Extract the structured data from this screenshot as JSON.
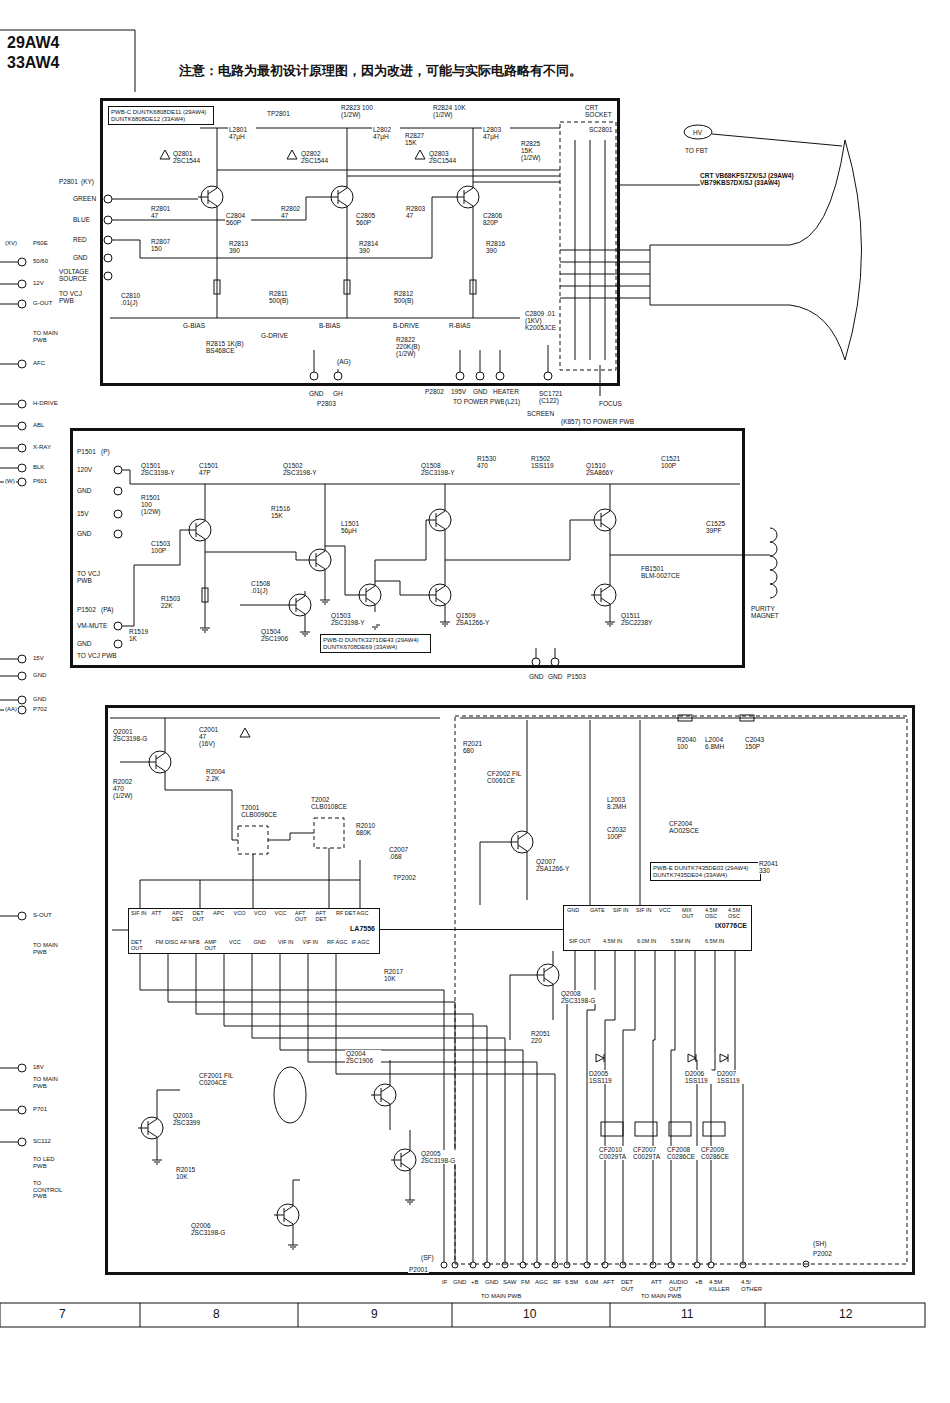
{
  "diagram": {
    "nodes": [
      {
        "text": [
          "PWB-C DUNTK6808DE11 (29AW4) DUNTK6808DE12 (33AW4)"
        ]
      },
      {
        "text": [
          "PWB-D DUNTK3271DE43 (29AW4) DUNTK6708DE69 (33AW4)"
        ]
      },
      {
        "text": [
          "PWB-E DUNTK7435DE03 (29AW4) DUNTK7435DE04 (33AW4)"
        ]
      },
      {
        "text": [
          "LA7556"
        ],
        "in": 2
      },
      {
        "text": [
          "IX0776CE"
        ],
        "in": 2
      },
      {
        "text": [
          "CRT VB68KFS7ZX/SJ (29AW4) VB79KBS7DX/SJ (33AW4)"
        ]
      }
    ],
    "edges": [
      {
        "from": 0,
        "to": 5,
        "arrow": "none"
      },
      {
        "from": 3,
        "to": 4,
        "arrow": "none"
      }
    ],
    "labels": [
      "29AW4",
      "33AW4",
      "注意：电路为最初设计原理图，因为改进，可能与实际电路略有不同。",
      "TP2801",
      "R2823 100 (1/2W)",
      "R2824 10K (1/2W)",
      "CRT SOCKET",
      "SC2801",
      "L2801 47μH",
      "Q2801 2SC1544",
      "L2802 47μH",
      "Q2802 2SC1544",
      "R2827 15K",
      "Q2803 2SC1544",
      "L2803 47μH",
      "R2825 15K (1/2W)",
      "P2801",
      "(KY)",
      "GREEN",
      "BLUE",
      "RED",
      "GND",
      "VOLTAGE SOURCE",
      "TO VCJ PWB",
      "R2801 47",
      "C2804 560P",
      "R2807 150",
      "R2813 390",
      "R2802 47",
      "C2805 560P",
      "R2814 390",
      "R2803 47",
      "C2806 820P",
      "R2816 390",
      "C2810 .01(J)",
      "R2811 500(B)",
      "R2812 500(B)",
      "G-BIAS",
      "G-DRIVE",
      "B-BIAS",
      "B-DRIVE",
      "R-BIAS",
      "R2815 1K(B) BS468CE",
      "R2822 220K(B) (1/2W)",
      "C2809 .01 (1KV) K2005JCE",
      "(AG)",
      "GND",
      "GH",
      "P2803",
      "P2802",
      "195V",
      "GND",
      "HEATER",
      "TO POWER PWB",
      "(L21)",
      "SC1721 (C122)",
      "SCREEN",
      "(K857) TO POWER PWB",
      "FOCUS",
      "HV",
      "TO FBT",
      "P1501",
      "(P)",
      "120V",
      "GND",
      "15V",
      "GND",
      "TO VCJ PWB",
      "P1502",
      "(PA)",
      "VM-MUTE",
      "GND",
      "TO VCJ PWB",
      "Q1501 2SC3198-Y",
      "C1501 47P",
      "Q1502 2SC3198-Y",
      "Q1508 2SC3198-Y",
      "R1530 470",
      "R1502 1SS119",
      "Q1510 2SA866Y",
      "C1521 100P",
      "R1501 100 (1/2W)",
      "C1503 100P",
      "R1503 22K",
      "L1501 56μH",
      "R1516 15K",
      "C1508 .01(J)",
      "Q1503 2SC3198-Y",
      "Q1509 2SA1266-Y",
      "Q1504 2SC1906",
      "Q1511 2SC2238Y",
      "FB1501 BLM-0027CE",
      "C1525 39PF",
      "PURITY MAGNET",
      "GND",
      "GND",
      "P1503",
      "R1519 1K",
      "Q2001 2SC3198-G",
      "C2001 47 (16V)",
      "R2002 470 (1/2W)",
      "R2004 2.2K",
      "T2002 CLB0108CE",
      "T2001 CLB0096CE",
      "R2010 680K",
      "C2007 .068",
      "TP2002",
      "R2021 680",
      "CF2002 FIL C0061CE",
      "Q2007 2SA1266-Y",
      "R2040 100",
      "L2004 6.8MH",
      "C2043 150P",
      "L2003 8.2MH",
      "C2032 100P",
      "CF2004 AO02SCE",
      "R2041 330",
      "SIF IN",
      "ATT",
      "APC DET",
      "DET OUT",
      "APC",
      "VCO",
      "VCO",
      "VCC",
      "AFT OUT",
      "AFT DET",
      "RF DET",
      "AGC",
      "DET OUT",
      "FM DISC",
      "AF NFB",
      "AMP OUT",
      "VCC",
      "GND",
      "VIF IN",
      "VIF IN",
      "RF AGC",
      "IF AGC",
      "GND",
      "GATE",
      "SIF IN",
      "SIF IN",
      "VCC",
      "MIX OUT",
      "4.5M OSC",
      "4.5M OSC",
      "SIF OUT",
      "4.5M IN",
      "6.0M IN",
      "5.5M IN",
      "6.5M IN",
      "Q2008 2SC3198-G",
      "R2051 220",
      "D2005 1SS119",
      "D2006 1SS119",
      "D2007 1SS119",
      "CF2010 C0029TA",
      "CF2007 C0029TA",
      "CF2008 C0286CE",
      "CF2009 C0286CE",
      "Q2003 2SC3399",
      "CF2001 FIL C0204CE",
      "Q2004 2SC1906",
      "Q2005 2SC3198-G",
      "Q2006 2SC3198-G",
      "R2015 10K",
      "R2017 10K",
      "(SF)",
      "P2001",
      "IF",
      "GND",
      "+B",
      "GND",
      "SAW",
      "FM",
      "AGC",
      "RF",
      "6.5M",
      "6.0M",
      "AFT",
      "DET OUT",
      "ATT",
      "AUDIO OUT",
      "+B",
      "4.5M KILLER",
      "4.5/ OTHER",
      "TO MAIN PWB",
      "TO MAIN PWB",
      "(SH)",
      "P2002",
      "(XV)",
      "P60E",
      "50/60",
      "12V",
      "G-OUT",
      "TO MAIN PWB",
      "AFC",
      "H-DRIVE",
      "ABL",
      "X-RAY",
      "BLK",
      "(W)",
      "P601",
      "15V",
      "GND",
      "GND",
      "(AA)",
      "P702",
      "S-OUT",
      "TO MAIN PWB",
      "18V",
      "TO MAIN PWB",
      "P701",
      "SC112",
      "TO LED PWB",
      "TO CONTROL PWB",
      "7",
      "8",
      "9",
      "10",
      "11",
      "12"
    ]
  }
}
